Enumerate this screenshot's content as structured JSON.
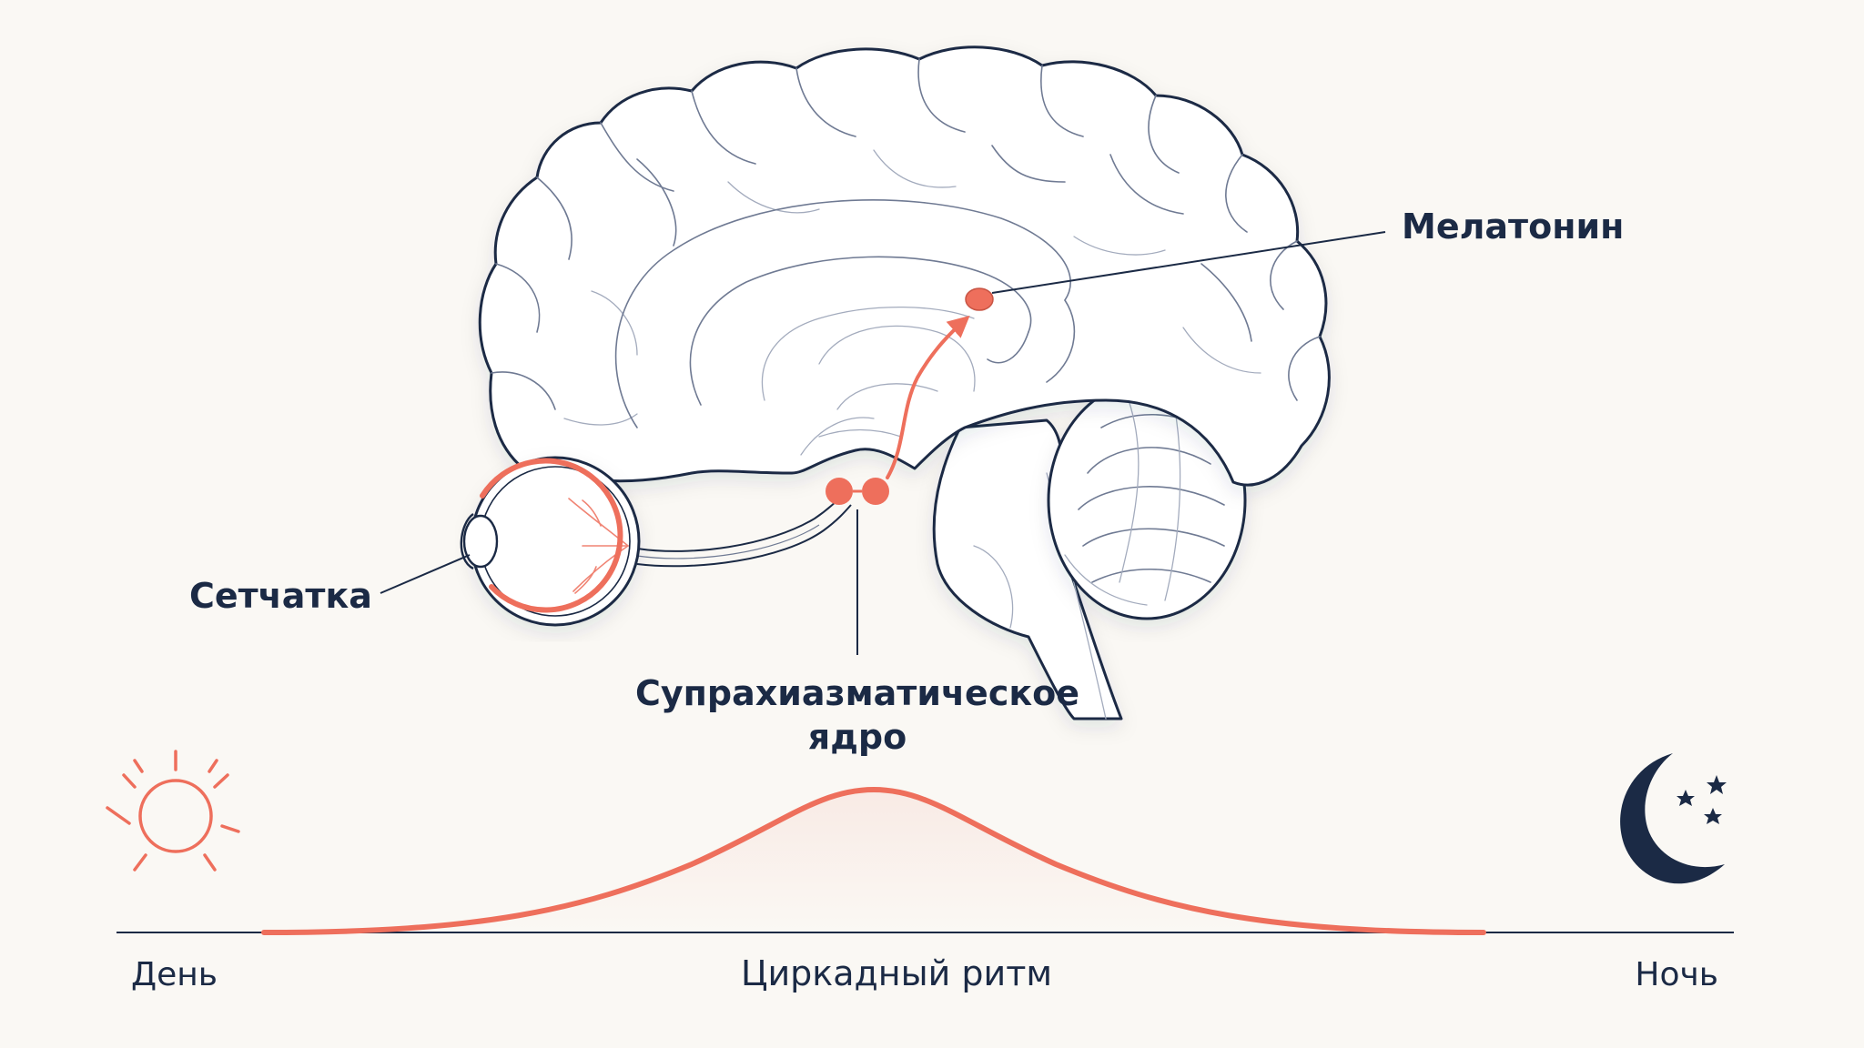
{
  "labels": {
    "melatonin": "Мелатонин",
    "retina": "Сетчатка",
    "scn_line1": "Супрахиазматическое",
    "scn_line2": "ядро",
    "day": "День",
    "rhythm": "Циркадный ритм",
    "night": "Ночь"
  },
  "icons": {
    "day": "sun-icon",
    "night": "moon-stars-icon"
  },
  "colors": {
    "ink": "#1b2a45",
    "accent": "#ee6f5c",
    "background": "#faf8f4"
  }
}
